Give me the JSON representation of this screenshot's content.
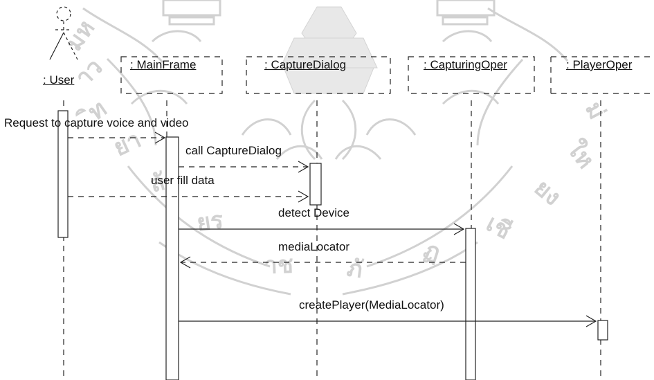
{
  "diagram": {
    "title": "",
    "lifelines": [
      {
        "name": ": User"
      },
      {
        "name": ": MainFrame"
      },
      {
        "name": ": CaptureDialog"
      },
      {
        "name": ": CapturingOper"
      },
      {
        "name": ": PlayerOper"
      }
    ],
    "messages": [
      {
        "label": "Request to capture voice and video",
        "from": ": User",
        "to": ": MainFrame",
        "kind": "dashed-call"
      },
      {
        "label": "call CaptureDialog",
        "from": ": MainFrame",
        "to": ": CaptureDialog",
        "kind": "dashed-call"
      },
      {
        "label": "user fill data",
        "from": ": User",
        "to": ": CaptureDialog",
        "kind": "dashed-call"
      },
      {
        "label": "detect Device",
        "from": ": MainFrame",
        "to": ": CapturingOper",
        "kind": "call"
      },
      {
        "label": "mediaLocator",
        "from": ": CapturingOper",
        "to": ": MainFrame",
        "kind": "return"
      },
      {
        "label": "createPlayer(MediaLocator)",
        "from": ": MainFrame",
        "to": ": PlayerOper",
        "kind": "call"
      }
    ],
    "watermark": {
      "type": "university-seal",
      "text": "มหาวิทยาลัยราชภัฏเชียงใหม่"
    }
  }
}
